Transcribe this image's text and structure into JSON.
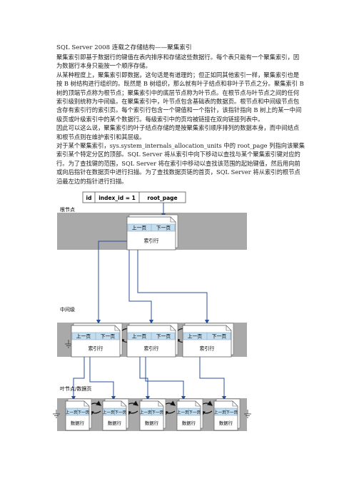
{
  "doc": {
    "title": "SQL Server 2008 连载之存储结构——聚集索引",
    "paragraphs": [
      "聚集索引即基于数据行的键值在表内排序和存储这些数据行。每个表只能有一个聚集索引，因为数据行本身只能按一个顺序存储。",
      "从某种程度上，聚集索引即数据，这句话是有道理的；但正如同其他索引一样，聚集索引也是按 B 树结构进行组织的。既然是 B 树组织，那么就有叶子结点和非叶子节点之分。聚集索引 B 树的顶端节点称为根节点；聚集索引中的底层节点称为叶节点。在根节点与叶节点之间的任何索引级别统称为中间级。在聚集索引中，叶节点包含基础表的数据页。根节点和中间级节点包含存有索引行的索引页。每个索引行包含一个键值和一个指针，该指针指向 B 树上的某一中间级页或叶级索引中的某个数据行。每级索引中的页均被链接在双向链接列表中。",
      "因此可以这么说，聚集索引的叶子结点存储的是按聚集索引顺序排列的数据本身，而中间结点和根节点则在维护索引和其层级。",
      "对于某个聚集索引，sys.system_internals_allocation_units 中的 root_page 列指向该聚集索引某个特定分区的顶部。SQL Server 将从索引中向下移动以查找与某个聚集索引键对应的行。为了查找键的范围，SQL Server 将在索引中移动以查找该范围的起始键值，然后用向前或向后指针在数据页中进行扫描。为了查找数据页链的首页，SQL Server 将从索引的根节点沿最左边的指针进行扫描。"
    ]
  },
  "diagram": {
    "header_cells": [
      "id",
      "index_id = 1",
      "root_page"
    ],
    "levels": {
      "root": "根节点",
      "intermediate": "中间级",
      "leaf": "叶节点/数据页"
    },
    "page_prev": "上一页",
    "page_next": "下一页",
    "index_row_label": "索引行",
    "data_row_label": "数据行",
    "colors": {
      "band": "#a9a9a9",
      "page_header": "#c3dcee",
      "arrow": "#2a4f9a"
    }
  }
}
